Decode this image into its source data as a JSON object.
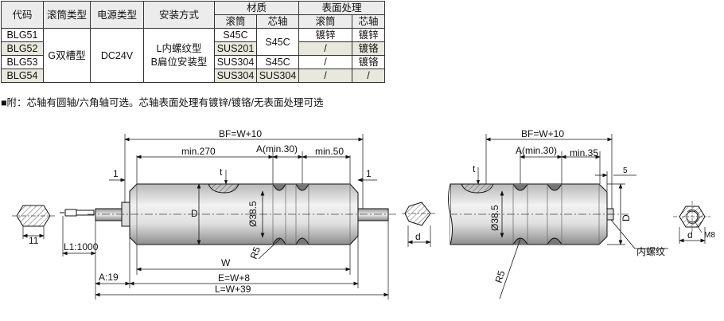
{
  "table": {
    "h_code": "代码",
    "h_drum": "滚筒类型",
    "h_power": "电源类型",
    "h_mount": "安装方式",
    "h_material": "材质",
    "h_surface": "表面处理",
    "h_sub_drum": "滚筒",
    "h_sub_core": "芯轴",
    "h_sub_drum2": "滚筒",
    "h_sub_core2": "芯轴",
    "drum_type": "G双槽型",
    "power_type": "DC24V",
    "mount_line1": "L内螺纹型",
    "mount_line2": "B扁位安装型",
    "rows": [
      {
        "code": "BLG51",
        "mat_drum": "S45C",
        "mat_core": "S45C",
        "surf_drum": "镀锌",
        "surf_core": "镀锌"
      },
      {
        "code": "BLG52",
        "mat_drum": "SUS201",
        "surf_drum": "/",
        "surf_core": "镀铬"
      },
      {
        "code": "BLG53",
        "mat_drum": "SUS304",
        "mat_core": "S45C",
        "surf_drum": "/",
        "surf_core": "镀铬"
      },
      {
        "code": "BLG54",
        "mat_drum": "SUS304",
        "mat_core": "SUS304",
        "surf_drum": "/",
        "surf_core": "/"
      }
    ]
  },
  "note": "■附：芯轴有圆轴/六角轴可选。芯轴表面处理有镀锌/镀铬/无表面处理可选",
  "drawing": {
    "bf": "BF=W+10",
    "min270": "min.270",
    "a_min30": "A(min.30)",
    "min50": "min.50",
    "one_left": "1",
    "one_right": "1",
    "t_left": "t",
    "dia_left": "Ø38.5",
    "d_left": "D",
    "r5_left": "R5",
    "w": "W",
    "e": "E=W+8",
    "l": "L=W+39",
    "a19": "A:19",
    "l1": "L1:1000",
    "dim11": "11",
    "d_small": "d",
    "bf_r": "BF=W+10",
    "a_min30_r": "A(min.30)",
    "min35": "min.35",
    "five": "5",
    "t_right": "t",
    "dia_right": "Ø38.5",
    "d_right": "D",
    "r5_right": "R5",
    "inner_thread": "内螺纹",
    "d_hex": "d",
    "m8": "M8"
  }
}
